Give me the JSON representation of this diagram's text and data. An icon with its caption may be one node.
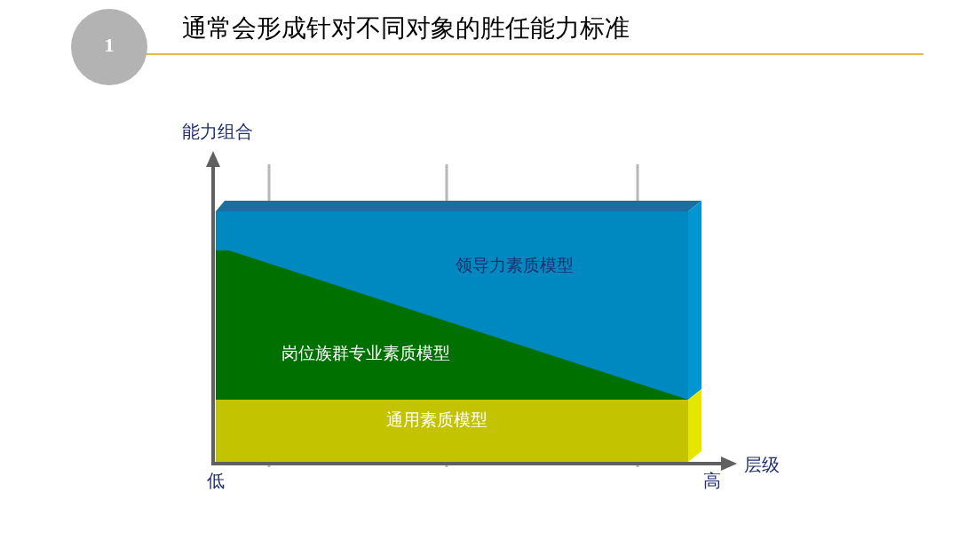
{
  "diagram": {
    "title": "通常会形成针对不同对象的胜任能力标准",
    "nodes": [
      {
        "text": [
          "1"
        ]
      },
      {
        "text": [
          "领导力素质模型"
        ]
      },
      {
        "text": [
          "岗位族群专业素质模型"
        ],
        "in": 1
      },
      {
        "text": [
          "通用素质模型"
        ]
      }
    ],
    "labels": [
      "能力组合",
      "层级",
      "低",
      "高"
    ]
  }
}
